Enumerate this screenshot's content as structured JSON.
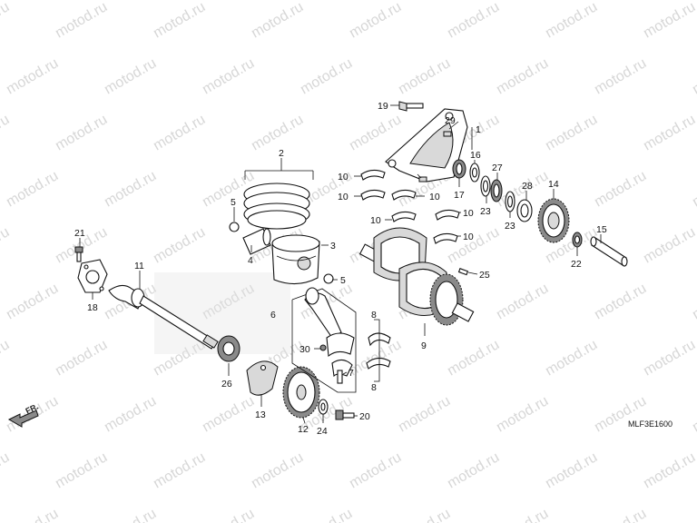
{
  "diagram": {
    "watermark": "motod.ru",
    "code": "MLF3E1600",
    "direction": "FR.",
    "callouts": [
      "1",
      "2",
      "3",
      "4",
      "5",
      "6",
      "7",
      "8",
      "9",
      "10",
      "11",
      "12",
      "13",
      "14",
      "15",
      "16",
      "17",
      "18",
      "19",
      "20",
      "21",
      "22",
      "23",
      "24",
      "25",
      "26",
      "27",
      "28",
      "29",
      "30"
    ],
    "parts": [
      "19",
      "29",
      "1",
      "2",
      "5",
      "4",
      "3",
      "5",
      "10",
      "10",
      "10",
      "10",
      "10",
      "10",
      "16",
      "17",
      "27",
      "23",
      "28",
      "14",
      "23",
      "15",
      "22",
      "21",
      "11",
      "18",
      "25",
      "9",
      "6",
      "8",
      "8",
      "30",
      "7",
      "26",
      "13",
      "12",
      "24",
      "20"
    ]
  }
}
